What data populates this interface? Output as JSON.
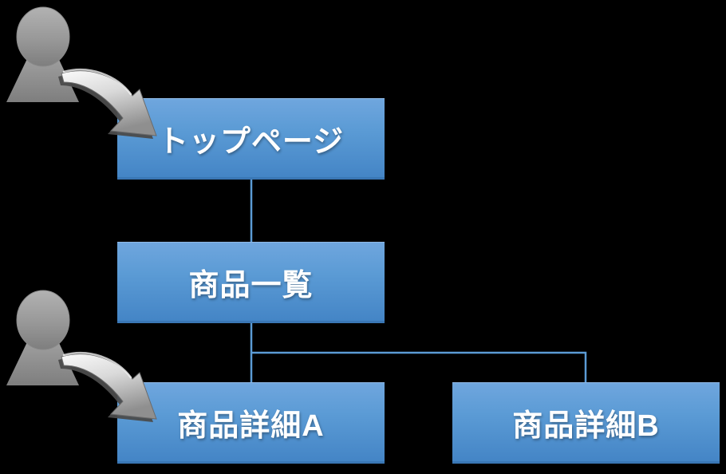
{
  "background_color": "#000000",
  "colors": {
    "node_gradient_top": "#6FA6DE",
    "node_gradient_mid": "#5B9BD5",
    "node_gradient_bottom": "#4485C6",
    "node_border_bottom": "#3A77B5",
    "node_text": "#FFFFFF",
    "connector": "#5B9BD5",
    "person_gray_light": "#B0B0B0",
    "person_gray_dark": "#7E7E7E",
    "arrow_silver_light": "#F5F5F5",
    "arrow_silver_dark": "#8F8F8F",
    "arrow_underside": "#4B4B4B"
  },
  "diagram": {
    "type": "sitemap-tree",
    "nodes": [
      {
        "id": "top-page",
        "label": "トップページ"
      },
      {
        "id": "product-list",
        "label": "商品一覧"
      },
      {
        "id": "product-detail-a",
        "label": "商品詳細A"
      },
      {
        "id": "product-detail-b",
        "label": "商品詳細B"
      }
    ],
    "edges": [
      {
        "from": "トップページ",
        "to": "商品一覧"
      },
      {
        "from": "商品一覧",
        "to": "商品詳細A"
      },
      {
        "from": "商品一覧",
        "to": "商品詳細B"
      }
    ],
    "annotations": [
      {
        "icon": "visitor-user-icon",
        "arrow": "curved-arrow-icon",
        "points_to": "トップページ"
      },
      {
        "icon": "visitor-user-icon",
        "arrow": "curved-arrow-icon",
        "points_to": "商品詳細A"
      }
    ]
  }
}
